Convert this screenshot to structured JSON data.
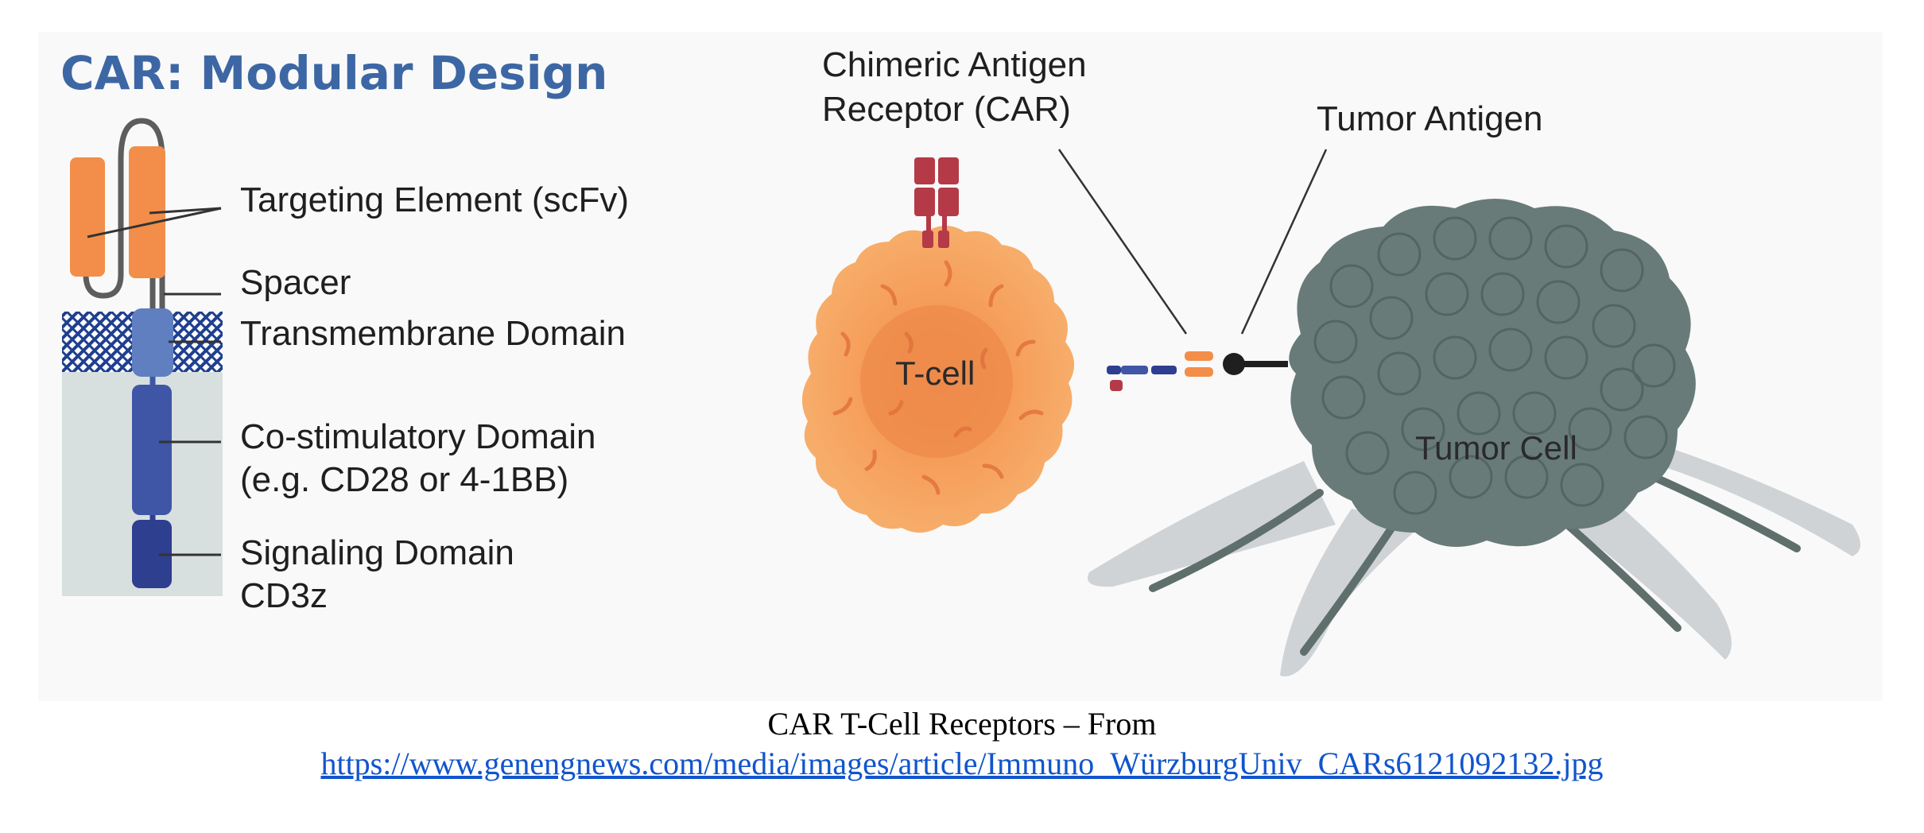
{
  "title": "CAR: Modular Design",
  "colors": {
    "title": "#3d67a4",
    "scfv": "#f28e4a",
    "transmembrane": "#5f7fc0",
    "costim": "#3f56a6",
    "signaling": "#2e3f8f",
    "membrane": "#1f3f8f",
    "tcell": "#f4a15c",
    "tumor": "#687b78",
    "antibody": "#b53a47",
    "link": "#1155cc"
  },
  "car_domains": {
    "targeting": "Targeting Element (scFv)",
    "spacer": "Spacer",
    "transmembrane": "Transmembrane Domain",
    "costim_line1": "Co-stimulatory Domain",
    "costim_line2": "(e.g. CD28 or 4-1BB)",
    "signaling_line1": "Signaling Domain",
    "signaling_line2": "CD3z"
  },
  "interaction": {
    "car_label_line1": "Chimeric Antigen",
    "car_label_line2": "Receptor (CAR)",
    "antigen_label": "Tumor Antigen",
    "tcell_label": "T-cell",
    "tumor_label": "Tumor Cell"
  },
  "caption": {
    "text": "CAR T-Cell Receptors – From",
    "link": "https://www.genengnews.com/media/images/article/Immuno_WürzburgUniv_CARs6121092132.jpg"
  },
  "icons": {
    "car-structure": "modular-receptor-diagram",
    "t-cell": "orange-spiky-cell",
    "tumor-cell": "grey-bumpy-cell",
    "antibody": "y-shaped-antibody"
  }
}
